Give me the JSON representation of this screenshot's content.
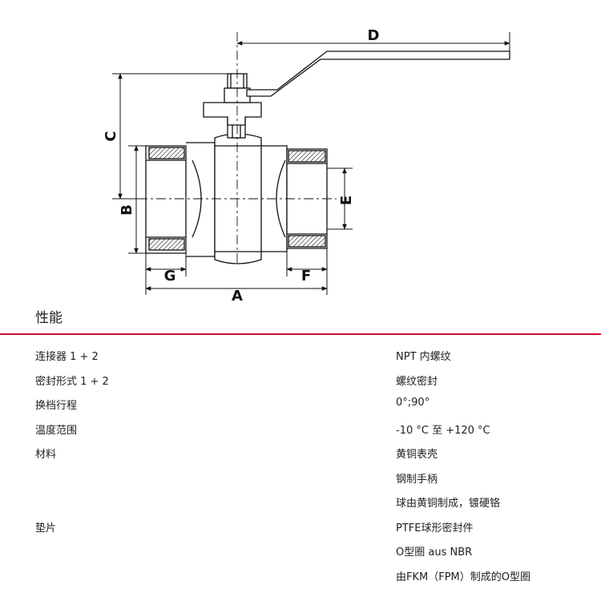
{
  "drawing": {
    "dimension_labels": {
      "A": "A",
      "B": "B",
      "C": "C",
      "D": "D",
      "E": "E",
      "F": "F",
      "G": "G"
    }
  },
  "section": {
    "title": "性能"
  },
  "specs": [
    {
      "label": "连接器 1 + 2",
      "value": "NPT 内螺纹"
    },
    {
      "label": "密封形式 1 + 2",
      "value": "螺纹密封"
    },
    {
      "label": "换档行程",
      "value": "0°;90°"
    },
    {
      "label": "温度范围",
      "value": "-10 °C 至 +120 °C"
    },
    {
      "label": "材料",
      "value": "黄铜表壳"
    },
    {
      "label": "",
      "value": "钢制手柄"
    },
    {
      "label": "",
      "value": "球由黄铜制成，镀硬铬"
    },
    {
      "label": "垫片",
      "value": "PTFE球形密封件"
    },
    {
      "label": "",
      "value": "O型圈 aus NBR"
    },
    {
      "label": "",
      "value": "由FKM（FPM）制成的O型圈"
    }
  ],
  "colors": {
    "accent": "#c8102e"
  }
}
